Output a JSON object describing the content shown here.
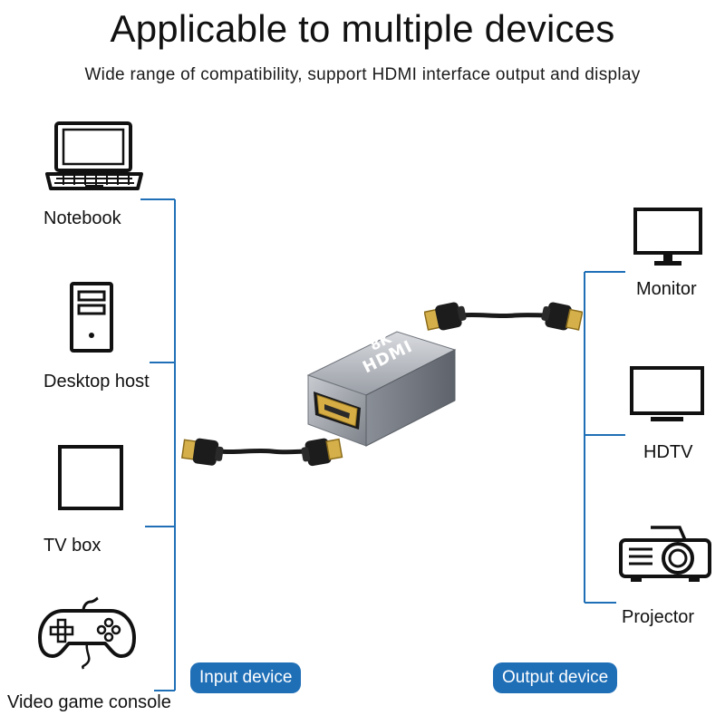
{
  "header": {
    "title": "Applicable to multiple devices",
    "subtitle": "Wide range of compatibility, support HDMI interface output and display"
  },
  "input_devices": [
    {
      "label": "Notebook",
      "icon": "laptop-icon"
    },
    {
      "label": "Desktop host",
      "icon": "desktop-tower-icon"
    },
    {
      "label": "TV box",
      "icon": "tv-box-icon"
    },
    {
      "label": "Video game console",
      "icon": "gamepad-icon"
    }
  ],
  "output_devices": [
    {
      "label": "Monitor",
      "icon": "monitor-icon"
    },
    {
      "label": "HDTV",
      "icon": "hdtv-icon"
    },
    {
      "label": "Projector",
      "icon": "projector-icon"
    }
  ],
  "adapter": {
    "badge_top": "8K",
    "badge_bottom": "HDMI"
  },
  "buttons": {
    "input": "Input device",
    "output": "Output device"
  },
  "colors": {
    "accent": "#1f6fb7",
    "line": "#1f6fb7",
    "gold": "#c9a23a",
    "adapter": "#a7abb2"
  }
}
